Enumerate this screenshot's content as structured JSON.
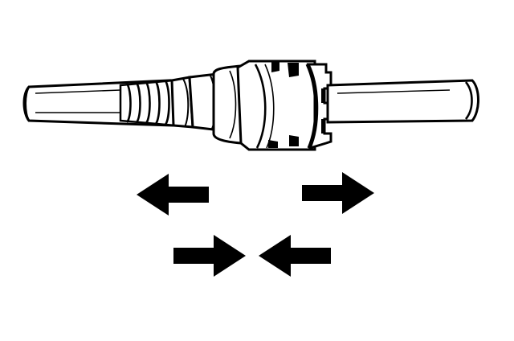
{
  "diagram": {
    "subject": "quick-connect-fitting",
    "colors": {
      "ink": "#000000",
      "paper": "#ffffff",
      "shade": "#9a9a9a"
    },
    "arrows": [
      {
        "name": "pull-apart-left-arrow",
        "direction": "left",
        "icon": "arrow-left-icon"
      },
      {
        "name": "pull-apart-right-arrow",
        "direction": "right",
        "icon": "arrow-right-icon"
      },
      {
        "name": "push-together-right-arrow",
        "direction": "right",
        "icon": "arrow-right-icon"
      },
      {
        "name": "push-together-left-arrow",
        "direction": "left",
        "icon": "arrow-left-icon"
      }
    ]
  }
}
